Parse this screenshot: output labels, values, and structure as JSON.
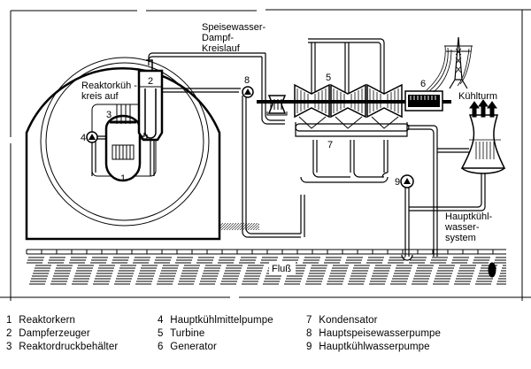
{
  "diagram": {
    "labels": {
      "feedwater_loop": [
        "Speisewasser-",
        "Dampf-",
        "Kreislauf"
      ],
      "reactor_loop": [
        "Reaktorküh -",
        "kreis auf"
      ],
      "cooling_tower": "Kühlturm",
      "main_cooling_water": [
        "Hauptkühl-",
        "wasser-",
        "system"
      ],
      "river": "Fluß"
    },
    "numbers": {
      "n1": "1",
      "n2": "2",
      "n3": "3",
      "n4": "4",
      "n5": "5",
      "n6": "6",
      "n7": "7",
      "n8": "8",
      "n9": "9"
    }
  },
  "legend": {
    "col1": [
      {
        "num": "1",
        "label": "Reaktorkern"
      },
      {
        "num": "2",
        "label": "Dampferzeuger"
      },
      {
        "num": "3",
        "label": "Reaktordruckbehälter"
      }
    ],
    "col2": [
      {
        "num": "4",
        "label": "Hauptkühlmittelpumpe"
      },
      {
        "num": "5",
        "label": "Turbine"
      },
      {
        "num": "6",
        "label": "Generator"
      }
    ],
    "col3": [
      {
        "num": "7",
        "label": "Kondensator"
      },
      {
        "num": "8",
        "label": "Hauptspeisewasserpumpe"
      },
      {
        "num": "9",
        "label": "Hauptkühlwasserpumpe"
      }
    ]
  }
}
